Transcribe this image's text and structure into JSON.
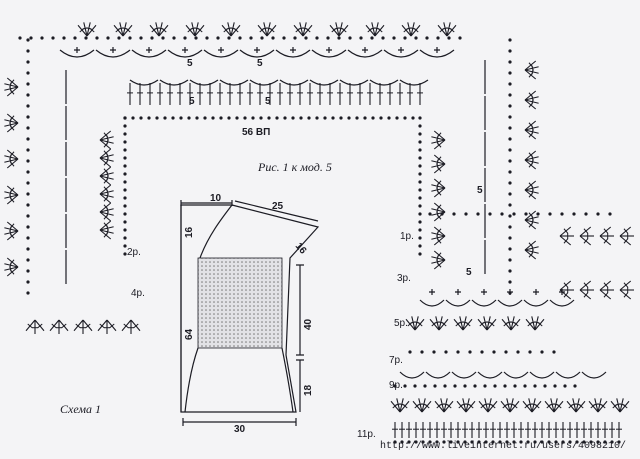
{
  "captions": {
    "figure": "Рис. 1 к мод. 5",
    "scheme": "Схема 1",
    "chain_label": "56 ВП",
    "watermark_url": "http://www.liveinternet.ru/users/4098210/"
  },
  "row_labels": {
    "left": [
      "2р.",
      "4р."
    ],
    "right": [
      "1р.",
      "3р.",
      "5р.",
      "7р.",
      "9р.",
      "11р."
    ]
  },
  "repeat_marks": [
    "5",
    "5",
    "5",
    "5",
    "5",
    "5"
  ],
  "schematic": {
    "dims": {
      "neck_width": "10",
      "shoulder": "25",
      "armhole_depth": "16",
      "armhole_diag": "16",
      "total_length": "64",
      "panel_height": "40",
      "lower_height": "18",
      "bottom_width": "30"
    }
  }
}
